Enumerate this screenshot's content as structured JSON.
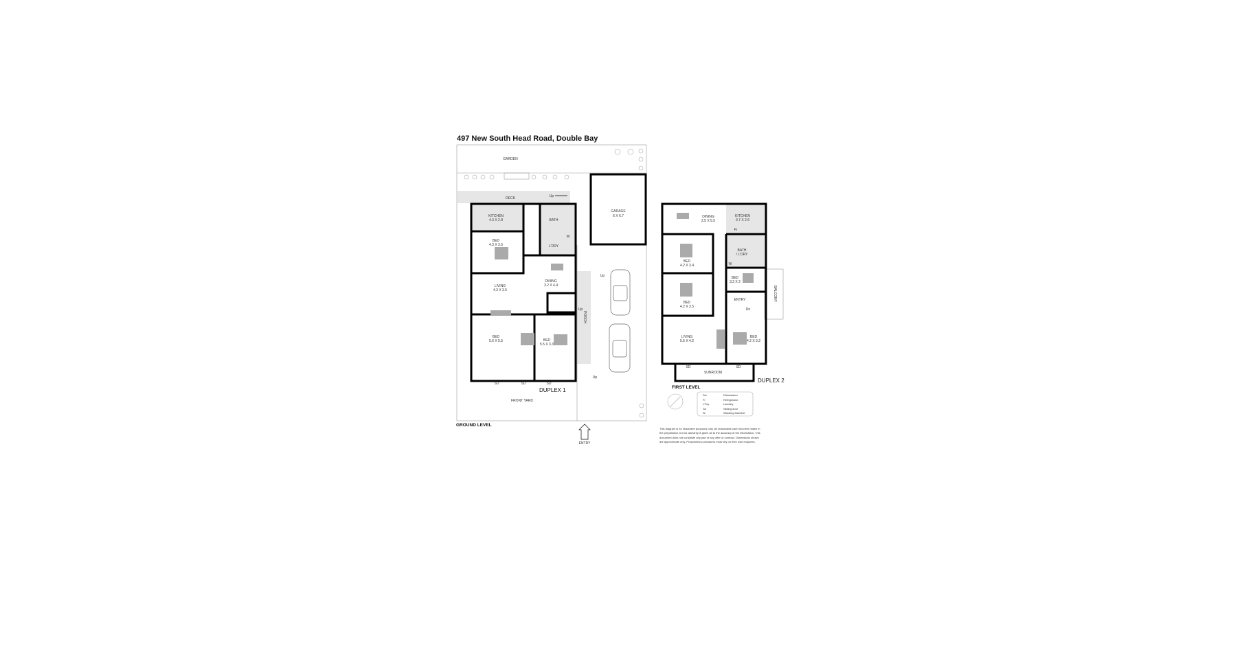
{
  "title": "497 New South Head Road, Double Bay",
  "ground": {
    "level_label": "GROUND LEVEL",
    "duplex_label": "DUPLEX 1",
    "rooms": {
      "garden": "GARDEN",
      "deck": "DECK",
      "up1": "Up",
      "kitchen": "KITCHEN",
      "kitchen_dim": "4.3 X 2.8",
      "bath": "BATH",
      "laundry": "L'DRY",
      "w": "W",
      "garage": "GARAGE",
      "garage_dim": "6 X 6.7",
      "bed1": "BED",
      "bed1_dim": "4.3 X 3.5",
      "living": "LIVING",
      "living_dim": "4.3 X 3.5",
      "dining": "DINING",
      "dining_dim": "3.2 X 4.4",
      "bed2": "BED",
      "bed2_dim": "5.6 X 5.5",
      "bed3": "BED",
      "bed3_dim": "5.5 X 3.3",
      "porch": "PORCH",
      "up2": "Up",
      "up3": "Up",
      "up4": "Up",
      "sd": "SD",
      "front_yard": "FRONT YARD",
      "entry": "ENTRY"
    }
  },
  "first": {
    "level_label": "FIRST LEVEL",
    "duplex_label": "DUPLEX 2",
    "rooms": {
      "dining": "DINING",
      "dining_dim": "2.5 X 5.5",
      "kitchen": "KITCHEN",
      "kitchen_dim": "3.7 X 2.6",
      "fr": "Fr",
      "bath": "BATH",
      "laundry": "/ L'DRY",
      "w": "W",
      "bed1": "BED",
      "bed1_dim": "4.2 X 3.4",
      "bed2": "BED",
      "bed2_dim": "4.2 X 3.5",
      "bed3": "BED",
      "bed3_dim": "3.2 X 2",
      "entry": "ENTRY",
      "dn": "Dn",
      "balcony": "BALCONY",
      "living": "LIVING",
      "living_dim": "5.5 X 4.2",
      "bed4": "BED",
      "bed4_dim": "4.2 X 3.2",
      "sunroom": "SUNROOM",
      "sd": "SD"
    }
  },
  "legend": [
    {
      "abbr": "Dw",
      "meaning": "Dishwasher"
    },
    {
      "abbr": "Fr",
      "meaning": "Refrigerator"
    },
    {
      "abbr": "L'Dry",
      "meaning": "Laundry"
    },
    {
      "abbr": "Sd",
      "meaning": "Sliding door"
    },
    {
      "abbr": "W",
      "meaning": "Washing Machine"
    }
  ],
  "disclaimer": [
    "This diagram is for illustrative purposes only. All reasonable care has been taken in",
    "the preparation, but no warranty is given as to the accuracy of the information. This",
    "document does not constitute any part of any offer or contract. Dimensions shown",
    "are approximate only. Prospective purchasers must rely on their own enquiries."
  ]
}
